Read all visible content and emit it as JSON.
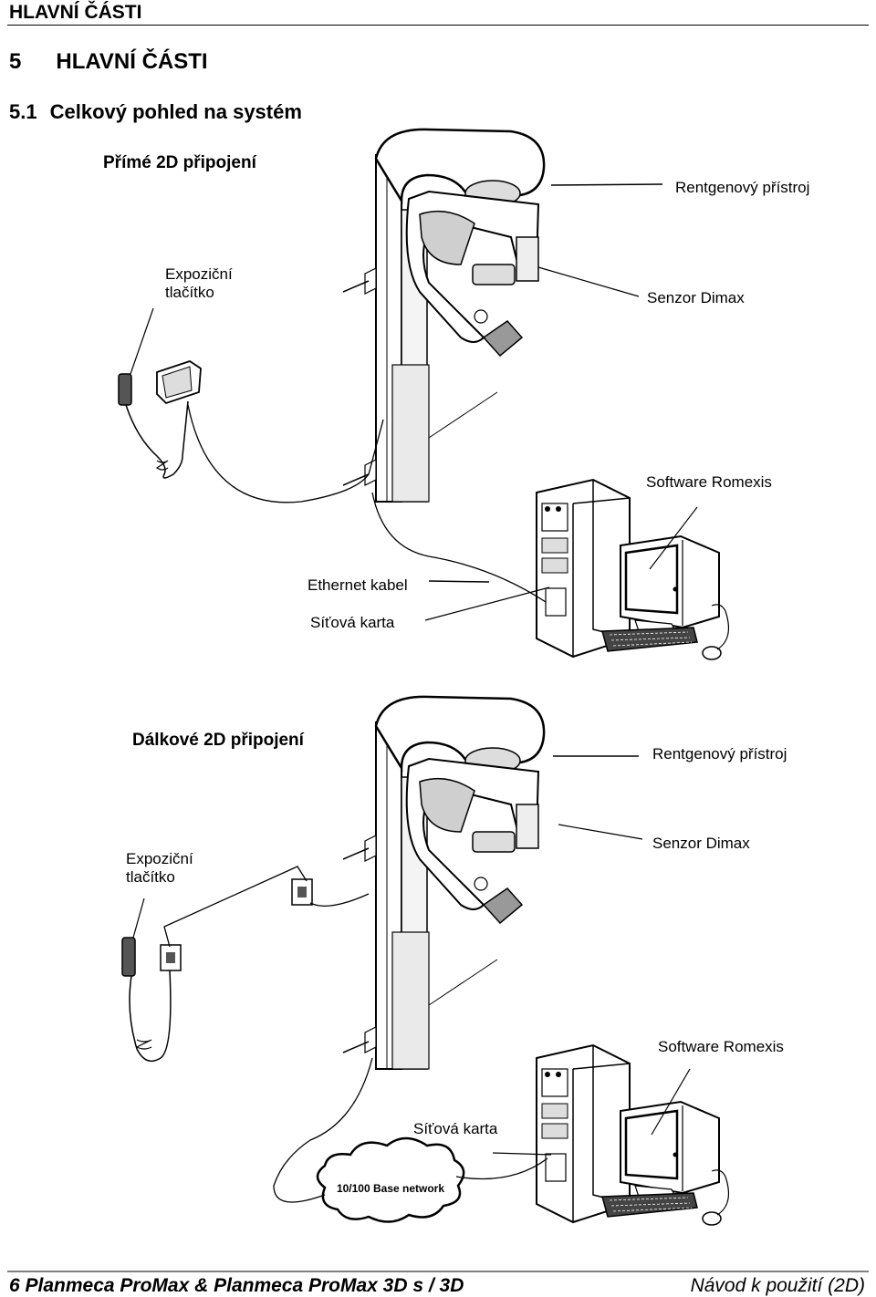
{
  "header": {
    "title": "HLAVNÍ ČÁSTI"
  },
  "chapter": {
    "number": "5",
    "title": "HLAVNÍ ČÁSTI"
  },
  "section": {
    "number": "5.1",
    "title": "Celkový pohled na systém"
  },
  "diagram_top": {
    "title": "Přímé 2D připojení",
    "labels": {
      "xray": "Rentgenový přístroj",
      "exposure_line1": "Expoziční",
      "exposure_line2": "tlačítko",
      "sensor": "Senzor Dimax",
      "software": "Software Romexis",
      "ethernet": "Ethernet kabel",
      "netcard": "Síťová karta"
    }
  },
  "diagram_bottom": {
    "title": "Dálkové 2D připojení",
    "labels": {
      "xray": "Rentgenový přístroj",
      "exposure_line1": "Expoziční",
      "exposure_line2": "tlačítko",
      "sensor": "Senzor Dimax",
      "software": "Software Romexis",
      "netcard": "Síťová karta",
      "network": "10/100 Base network"
    }
  },
  "footer": {
    "left": "6 Planmeca ProMax & Planmeca ProMax 3D s / 3D",
    "right": "Návod k použití (2D)"
  }
}
